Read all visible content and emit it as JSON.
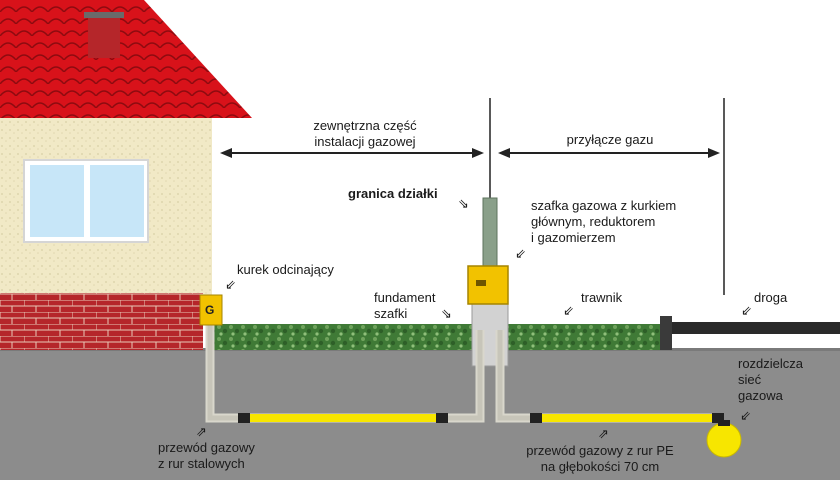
{
  "labels": {
    "external_part_line1": "zewnętrzna część",
    "external_part_line2": "instalacji gazowej",
    "gas_connection": "przyłącze gazu",
    "plot_boundary": "granica działki",
    "cabinet_line1": "szafka gazowa z kurkiem",
    "cabinet_line2": "głównym, reduktorem",
    "cabinet_line3": "i gazomierzem",
    "shutoff_valve": "kurek odcinający",
    "valve_letter": "G",
    "foundation_line1": "fundament",
    "foundation_line2": "szafki",
    "lawn": "trawnik",
    "road": "droga",
    "network_line1": "rozdzielcza",
    "network_line2": "sieć",
    "network_line3": "gazowa",
    "steel_pipe_line1": "przewód gazowy",
    "steel_pipe_line2": "z rur stalowych",
    "pe_pipe_line1": "przewód gazowy z rur PE",
    "pe_pipe_line2": "na głębokości 70 cm"
  },
  "colors": {
    "roof": "#d8121a",
    "brick": "#b5262a",
    "wall": "#f1e9c6",
    "ground": "#8c8c8c",
    "pipe_yellow": "#f7e600",
    "cabinet": "#f2c200",
    "hedge": "#3f7a36",
    "road": "#2a2a2a"
  }
}
